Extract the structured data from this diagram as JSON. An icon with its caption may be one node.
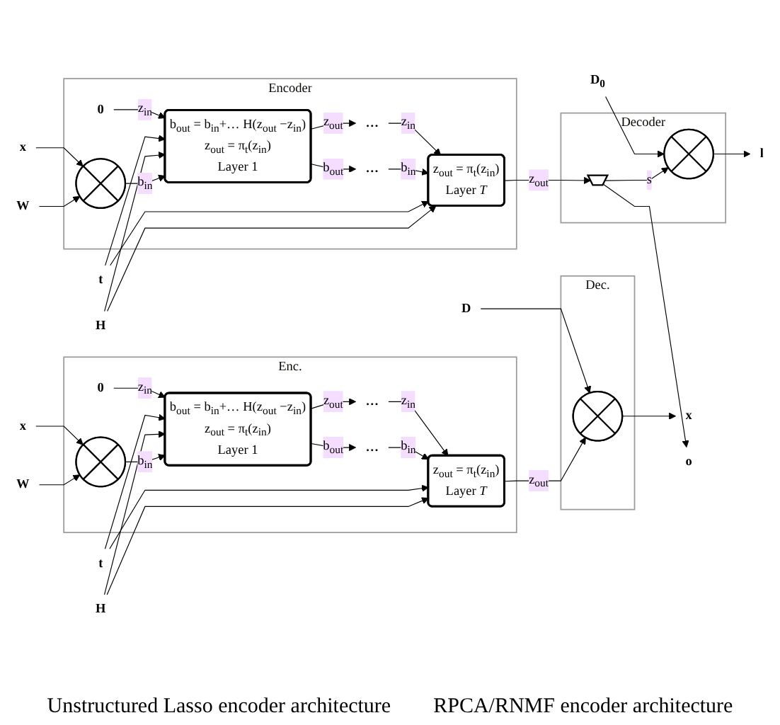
{
  "diagram": {
    "nodes": [
      {
        "text": [
          "Enc."
        ]
      },
      {
        "text": [
          "W"
        ]
      },
      {
        "text": [
          "H"
        ]
      },
      {
        "text": [
          "t"
        ]
      },
      {
        "text": [
          "x"
        ]
      },
      {
        "text": [],
        "shape": "circle",
        "in": 0
      },
      {
        "text": [
          "b$_{out}$ = b$_{in}$+… H(z$_{out}$ −z$_{in}$)",
          "z$_{out}$ = π$_{t}$(z$_{in}$)",
          "Layer 1"
        ],
        "in": 0
      },
      {
        "text": [
          "0"
        ],
        "in": 0
      },
      {
        "text": [
          "…"
        ],
        "in": 0
      },
      {
        "text": [
          "…"
        ],
        "in": 0
      },
      {
        "text": [
          "z$_{out}$ = π$_{t}$(z$_{in}$)",
          "Layer *T*"
        ],
        "in": 0
      },
      {
        "text": [
          "Dec."
        ]
      },
      {
        "text": [
          "D"
        ]
      },
      {
        "text": [],
        "shape": "circle",
        "in": 11
      },
      {
        "text": [
          "x"
        ]
      },
      {
        "text": [
          "Encoder"
        ]
      },
      {
        "text": [
          "W"
        ]
      },
      {
        "text": [
          "H"
        ]
      },
      {
        "text": [
          "t"
        ]
      },
      {
        "text": [
          "x"
        ]
      },
      {
        "text": [],
        "shape": "circle",
        "in": 15
      },
      {
        "text": [
          "b$_{out}$ = b$_{in}$+… H(z$_{out}$ −z$_{in}$)",
          "z$_{out}$ = π$_{t}$(z$_{in}$)",
          "Layer 1"
        ],
        "in": 15
      },
      {
        "text": [
          "0"
        ],
        "in": 15
      },
      {
        "text": [
          "…"
        ],
        "in": 15
      },
      {
        "text": [
          "…"
        ],
        "in": 15
      },
      {
        "text": [
          "z$_{out}$ = π$_{t}$(z$_{in}$)",
          "Layer *T*"
        ],
        "in": 15
      },
      {
        "text": [
          "Decoder"
        ]
      },
      {
        "text": [
          "D$_{0}$"
        ]
      },
      {
        "text": [],
        "shape": "trapezoid",
        "in": 26
      },
      {
        "text": [],
        "shape": "circle",
        "in": 26
      },
      {
        "text": [
          "l"
        ]
      },
      {
        "text": [
          "o"
        ]
      }
    ],
    "edges": [
      {
        "from": 1,
        "to": 5,
        "arrow": "to"
      },
      {
        "from": 4,
        "to": 5,
        "arrow": "to"
      },
      {
        "from": 5,
        "to": 6,
        "arrow": "to",
        "label": "b$_{in}$"
      },
      {
        "from": 2,
        "to": 6,
        "arrow": "to"
      },
      {
        "from": 2,
        "to": 10,
        "arrow": "to"
      },
      {
        "from": 3,
        "to": 6,
        "arrow": "to"
      },
      {
        "from": 3,
        "to": 10,
        "arrow": "to"
      },
      {
        "from": 7,
        "to": 6,
        "arrow": "to",
        "label": "z$_{in}$"
      },
      {
        "from": 6,
        "to": 8,
        "arrow": "to",
        "label": "b$_{out}$"
      },
      {
        "from": 6,
        "to": 9,
        "arrow": "to",
        "label": "z$_{out}$"
      },
      {
        "from": 8,
        "to": 10,
        "arrow": "to",
        "label": "b$_{in}$"
      },
      {
        "from": 9,
        "to": 10,
        "arrow": "to",
        "label": "z$_{in}$"
      },
      {
        "from": 10,
        "to": 13,
        "arrow": "to",
        "label": "z$_{out}$"
      },
      {
        "from": 12,
        "to": 13,
        "arrow": "to"
      },
      {
        "from": 13,
        "to": 14,
        "arrow": "to"
      },
      {
        "from": 16,
        "to": 20,
        "arrow": "to"
      },
      {
        "from": 19,
        "to": 20,
        "arrow": "to"
      },
      {
        "from": 20,
        "to": 21,
        "arrow": "to",
        "label": "b$_{in}$"
      },
      {
        "from": 17,
        "to": 21,
        "arrow": "to"
      },
      {
        "from": 17,
        "to": 25,
        "arrow": "to"
      },
      {
        "from": 18,
        "to": 21,
        "arrow": "to"
      },
      {
        "from": 18,
        "to": 25,
        "arrow": "to"
      },
      {
        "from": 22,
        "to": 21,
        "arrow": "to",
        "label": "z$_{in}$"
      },
      {
        "from": 21,
        "to": 23,
        "arrow": "to",
        "label": "b$_{out}$"
      },
      {
        "from": 21,
        "to": 24,
        "arrow": "to",
        "label": "z$_{out}$"
      },
      {
        "from": 23,
        "to": 25,
        "arrow": "to",
        "label": "b$_{in}$"
      },
      {
        "from": 24,
        "to": 25,
        "arrow": "to",
        "label": "z$_{in}$"
      },
      {
        "from": 25,
        "to": 28,
        "arrow": "to",
        "label": "z$_{out}$"
      },
      {
        "from": 28,
        "to": 29,
        "arrow": "to",
        "label": "s"
      },
      {
        "from": 27,
        "to": 29,
        "arrow": "to"
      },
      {
        "from": 29,
        "to": 30,
        "arrow": "to"
      },
      {
        "from": 28,
        "to": 31,
        "arrow": "to"
      }
    ],
    "labels": [
      "Unstructured Lasso encoder architecture",
      "RPCA/RNMF encoder architecture"
    ]
  }
}
